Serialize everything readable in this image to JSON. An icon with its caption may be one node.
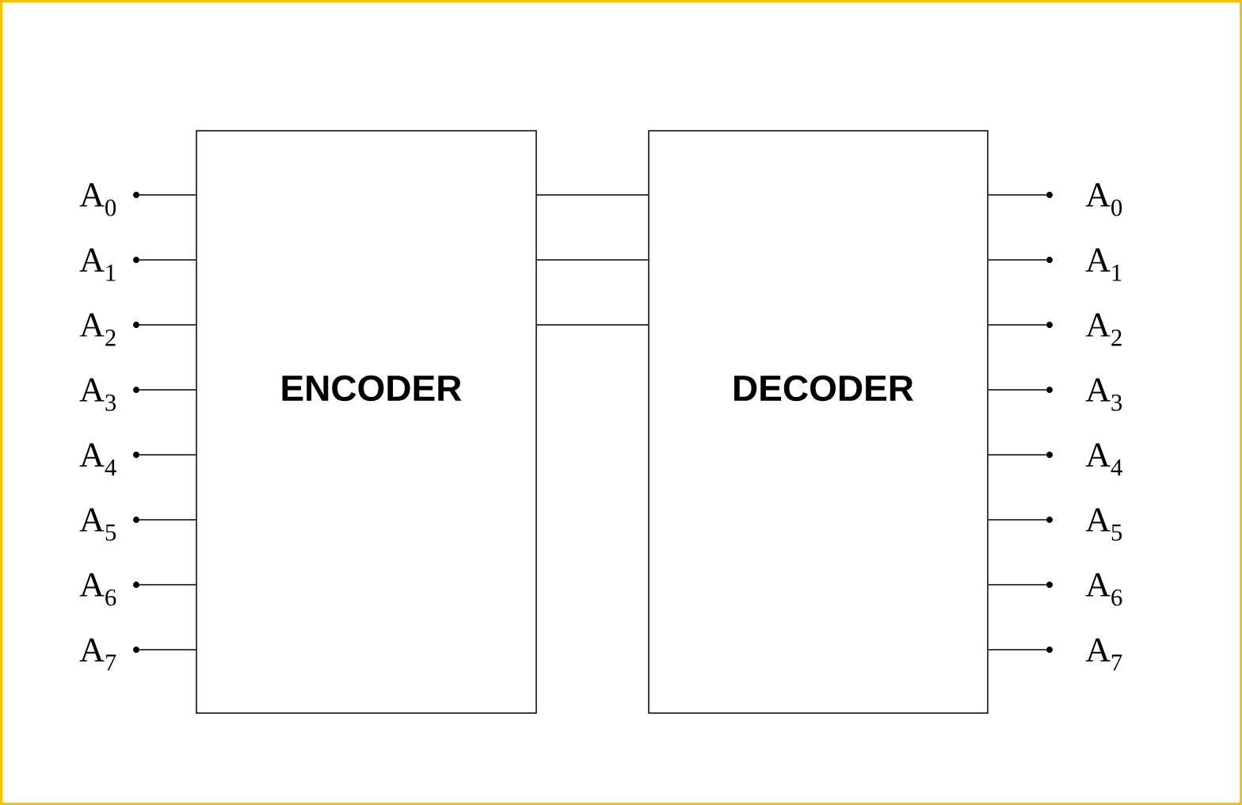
{
  "diagram": {
    "nodes": [
      {
        "text": [
          "ENCODER"
        ]
      },
      {
        "text": [
          "DECODER"
        ]
      },
      {
        "text": [],
        "shape": "circle",
        "beside": [
          "A$_{0}$"
        ]
      },
      {
        "text": [],
        "shape": "circle",
        "beside": [
          "A$_{1}$"
        ]
      },
      {
        "text": [],
        "shape": "circle",
        "beside": [
          "A$_{2}$"
        ]
      },
      {
        "text": [],
        "shape": "circle",
        "beside": [
          "A$_{3}$"
        ]
      },
      {
        "text": [],
        "shape": "circle",
        "beside": [
          "A$_{4}$"
        ]
      },
      {
        "text": [],
        "shape": "circle",
        "beside": [
          "A$_{5}$"
        ]
      },
      {
        "text": [],
        "shape": "circle",
        "beside": [
          "A$_{6}$"
        ]
      },
      {
        "text": [],
        "shape": "circle",
        "beside": [
          "A$_{7}$"
        ]
      },
      {
        "text": [],
        "shape": "circle",
        "beside": [
          "A$_{0}$"
        ]
      },
      {
        "text": [],
        "shape": "circle",
        "beside": [
          "A$_{1}$"
        ]
      },
      {
        "text": [],
        "shape": "circle",
        "beside": [
          "A$_{2}$"
        ]
      },
      {
        "text": [],
        "shape": "circle",
        "beside": [
          "A$_{3}$"
        ]
      },
      {
        "text": [],
        "shape": "circle",
        "beside": [
          "A$_{4}$"
        ]
      },
      {
        "text": [],
        "shape": "circle",
        "beside": [
          "A$_{5}$"
        ]
      },
      {
        "text": [],
        "shape": "circle",
        "beside": [
          "A$_{6}$"
        ]
      },
      {
        "text": [],
        "shape": "circle",
        "beside": [
          "A$_{7}$"
        ]
      }
    ],
    "edges": [
      {
        "from": 2,
        "to": 0,
        "arrow": "none"
      },
      {
        "from": 3,
        "to": 0,
        "arrow": "none"
      },
      {
        "from": 4,
        "to": 0,
        "arrow": "none"
      },
      {
        "from": 5,
        "to": 0,
        "arrow": "none"
      },
      {
        "from": 6,
        "to": 0,
        "arrow": "none"
      },
      {
        "from": 7,
        "to": 0,
        "arrow": "none"
      },
      {
        "from": 8,
        "to": 0,
        "arrow": "none"
      },
      {
        "from": 9,
        "to": 0,
        "arrow": "none"
      },
      {
        "from": 0,
        "to": 1,
        "arrow": "none"
      },
      {
        "from": 0,
        "to": 1,
        "arrow": "none"
      },
      {
        "from": 0,
        "to": 1,
        "arrow": "none"
      },
      {
        "from": 1,
        "to": 10,
        "arrow": "none"
      },
      {
        "from": 1,
        "to": 11,
        "arrow": "none"
      },
      {
        "from": 1,
        "to": 12,
        "arrow": "none"
      },
      {
        "from": 1,
        "to": 13,
        "arrow": "none"
      },
      {
        "from": 1,
        "to": 14,
        "arrow": "none"
      },
      {
        "from": 1,
        "to": 15,
        "arrow": "none"
      },
      {
        "from": 1,
        "to": 16,
        "arrow": "none"
      },
      {
        "from": 1,
        "to": 17,
        "arrow": "none"
      }
    ]
  }
}
